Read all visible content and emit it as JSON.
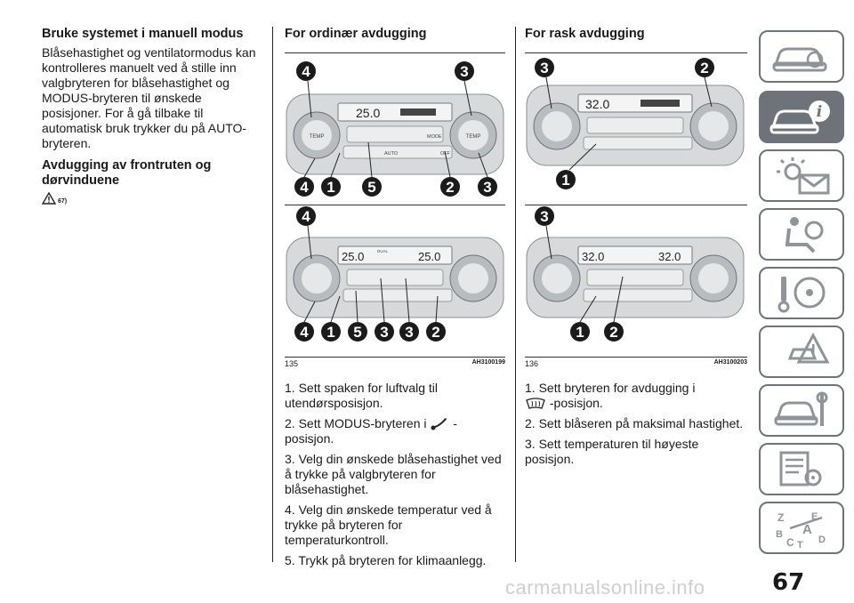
{
  "col1": {
    "heading1": "Bruke systemet i manuell modus",
    "para1": "Blåsehastighet og ventilatormodus kan kontrolleres manuelt ved å stille inn valgbryteren for blåsehastighet og MODUS-bryteren til ønskede posisjoner. For å gå tilbake til automatisk bruk trykker du på AUTO-bryteren.",
    "heading2": "Avdugging av frontruten og dørvinduene",
    "warning_ref": "67)"
  },
  "col2": {
    "heading": "For ordinær avdugging",
    "panel_top": {
      "temp": "25.0",
      "callouts_top": [
        "4",
        "3"
      ],
      "callouts_bottom": [
        "4",
        "1",
        "5",
        "2",
        "3"
      ]
    },
    "panel_bottom": {
      "temp_left": "25.0",
      "temp_right": "25.0",
      "callouts_top": [
        "4"
      ],
      "callouts_bottom": [
        "4",
        "1",
        "5",
        "3",
        "3",
        "2"
      ]
    },
    "fig_number": "135",
    "fig_code": "AH3100199",
    "step1": "1. Sett spaken for luftvalg til utendørsposisjon.",
    "step2_before": "2. Sett MODUS-bryteren i",
    "step2_after": "-posisjon.",
    "step3": "3. Velg din ønskede blåsehastighet ved å trykke på valgbryteren for blåsehastighet.",
    "step4": "4. Velg din ønskede temperatur ved å trykke på bryteren for temperaturkontroll.",
    "step5": "5. Trykk på bryteren for klimaanlegg."
  },
  "col3": {
    "heading": "For rask avdugging",
    "panel_top": {
      "temp": "32.0",
      "callouts_top": [
        "3",
        "2"
      ],
      "callouts_bottom": [
        "1"
      ]
    },
    "panel_bottom": {
      "temp_left": "32.0",
      "temp_right": "32.0",
      "callouts_top": [
        "3"
      ],
      "callouts_bottom": [
        "1",
        "2"
      ]
    },
    "fig_number": "136",
    "fig_code": "AH3100203",
    "step1_before": "1. Sett bryteren for avdugging i",
    "step1_after": "-posisjon.",
    "step2": "2. Sett blåseren på maksimal hastighet.",
    "step3": "3. Sett temperaturen til høyeste posisjon."
  },
  "panel_labels": {
    "temp": "TEMP",
    "mode": "MODE",
    "auto": "AUTO",
    "off": "OFF",
    "dual": "DUAL"
  },
  "sidebar": {
    "tabs": [
      {
        "icon": "car-dashboard-icon"
      },
      {
        "icon": "car-info-icon",
        "active": true
      },
      {
        "icon": "warning-light-message-icon"
      },
      {
        "icon": "airbag-seat-icon"
      },
      {
        "icon": "steering-key-icon"
      },
      {
        "icon": "roadside-warning-icon"
      },
      {
        "icon": "car-maintenance-icon"
      },
      {
        "icon": "specifications-icon"
      },
      {
        "icon": "alphabetical-index-icon"
      }
    ],
    "active_color": "#6d7378"
  },
  "page_number": "67",
  "watermark": "carmanualsonline.info"
}
